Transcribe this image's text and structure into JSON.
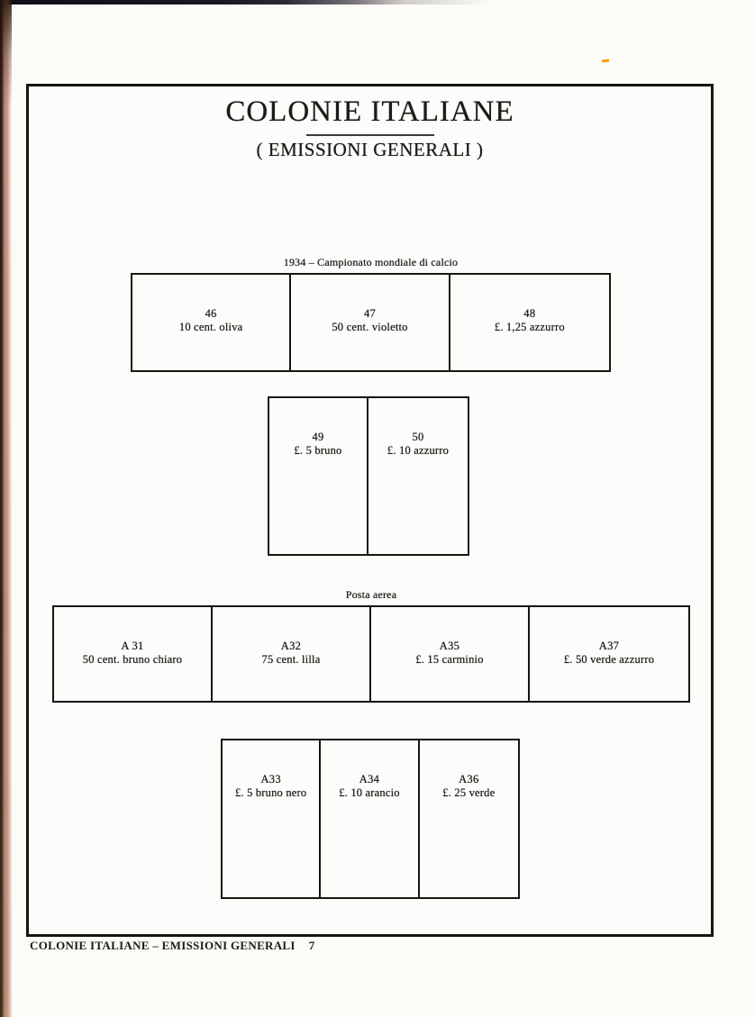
{
  "colors": {
    "paper": "#fcfbf8",
    "ink": "#1c1b18",
    "frame_border": "#17150f",
    "orange_mark": "#f49a05",
    "binding_pink": "#c89a8c"
  },
  "album": {
    "title": "COLONIE ITALIANE",
    "subtitle": "( EMISSIONI GENERALI )",
    "groups": [
      {
        "header": "1934 – Campionato mondiale di calcio",
        "row1": [
          {
            "number": "46",
            "desc": "10 cent. oliva"
          },
          {
            "number": "47",
            "desc": "50 cent. violetto"
          },
          {
            "number": "48",
            "desc": "£. 1,25 azzurro"
          }
        ],
        "row2": [
          {
            "number": "49",
            "desc": "£. 5 bruno"
          },
          {
            "number": "50",
            "desc": "£. 10 azzurro"
          }
        ]
      },
      {
        "header": "Posta aerea",
        "row1": [
          {
            "number": "A 31",
            "desc": "50 cent. bruno chiaro"
          },
          {
            "number": "A32",
            "desc": "75 cent. lilla"
          },
          {
            "number": "A35",
            "desc": "£. 15 carminio"
          },
          {
            "number": "A37",
            "desc": "£. 50 verde azzurro"
          }
        ],
        "row2": [
          {
            "number": "A33",
            "desc": "£. 5 bruno nero"
          },
          {
            "number": "A34",
            "desc": "£. 10 arancio"
          },
          {
            "number": "A36",
            "desc": "£. 25 verde"
          }
        ]
      }
    ],
    "footer": {
      "label": "COLONIE ITALIANE – EMISSIONI GENERALI",
      "page_number": "7"
    }
  }
}
